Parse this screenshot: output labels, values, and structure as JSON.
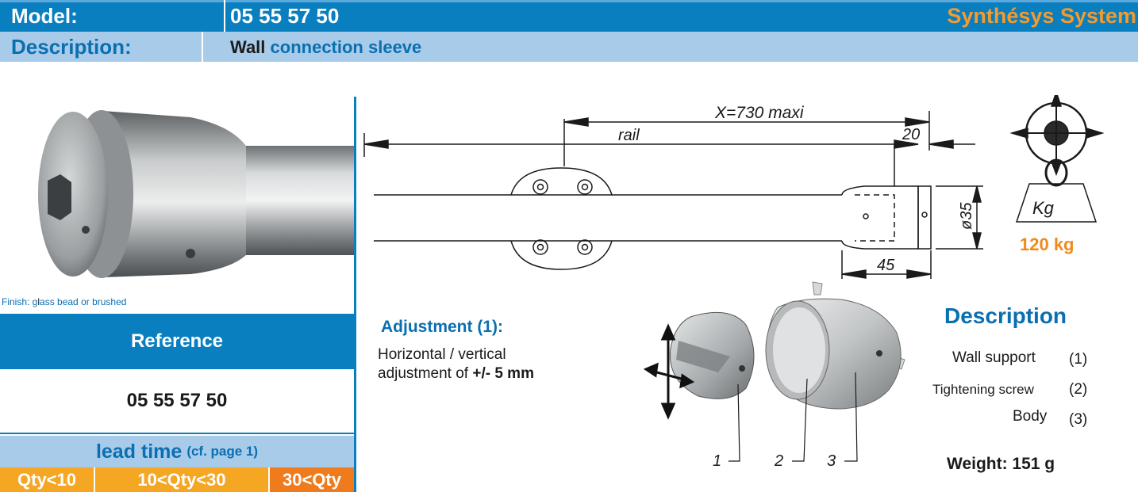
{
  "header": {
    "model_label": "Model:",
    "model_value": "05 55 57 50",
    "system": "Synthésys System",
    "description_label": "Description:",
    "description_bold": "Wall",
    "description_rest": " connection sleeve"
  },
  "finish": {
    "prefix": "Finish: g",
    "l": "l",
    "rest": "ass bead or brushed"
  },
  "reference": {
    "title": "Reference",
    "value": "05 55 57 50"
  },
  "lead_time": {
    "label": "lead time",
    "note": "(cf. page 1)",
    "qty": [
      "Qty<10",
      "10<Qty<30",
      "30<Qty"
    ],
    "colors": [
      "#f5a623",
      "#f5a623",
      "#f07b1c"
    ]
  },
  "drawing": {
    "dim_x": "X=730  maxi",
    "dim_rail": "rail",
    "dim_20": "20",
    "dim_45": "45",
    "dim_dia": "ø35",
    "weight_icon_label": "Kg",
    "load": "120 kg",
    "callouts": [
      "1",
      "2",
      "3"
    ]
  },
  "adjustment": {
    "title": "Adjustment (1):",
    "line1": "Horizontal / vertical",
    "line2_prefix": "adjustment of ",
    "line2_value": "+/- 5 mm"
  },
  "description": {
    "title": "Description",
    "items": [
      {
        "label": "Wall support",
        "num": "(1)"
      },
      {
        "label": "Tightening screw",
        "num": "(2)"
      },
      {
        "label": "Body",
        "num": "(3)"
      }
    ],
    "weight": "Weight: 151 g"
  },
  "colors": {
    "brand_blue": "#0a7fc0",
    "light_blue": "#a8cbea",
    "orange": "#f59a2c"
  }
}
